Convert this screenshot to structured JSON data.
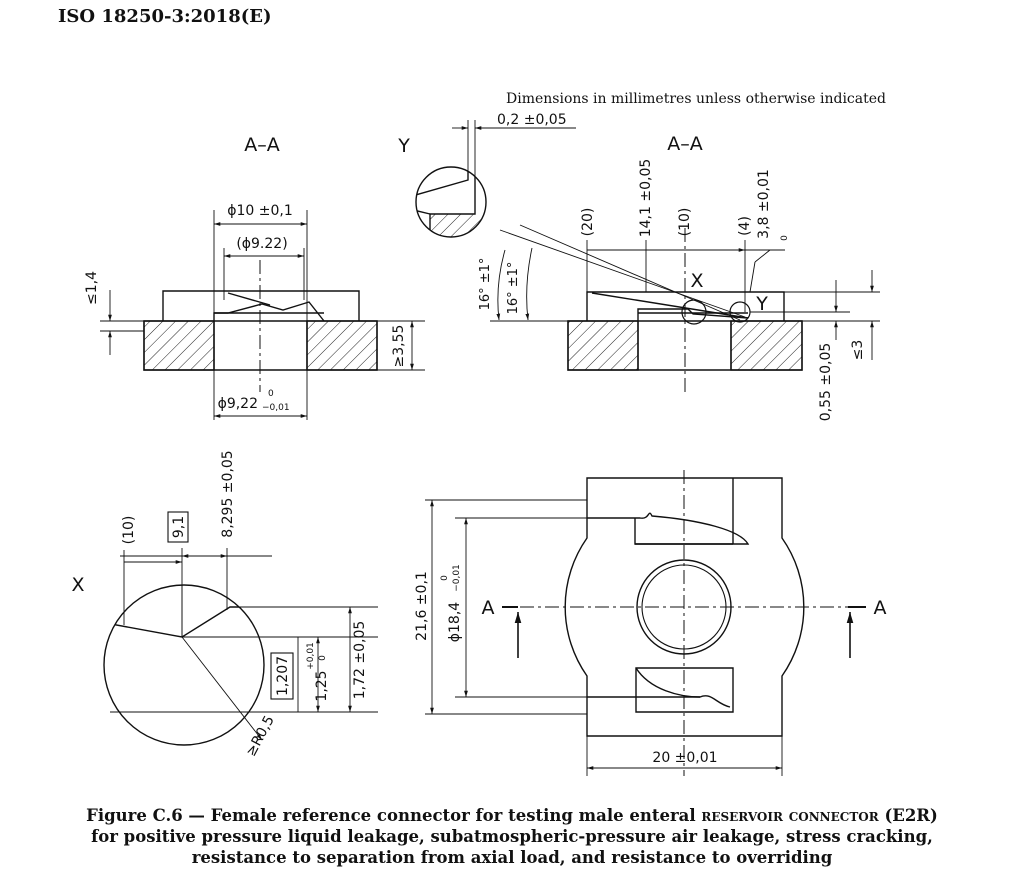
{
  "header": {
    "standard": "ISO 18250-3:2018(E)"
  },
  "note": "Dimensions in millimetres unless otherwise indicated",
  "views": {
    "section_left": "A–A",
    "section_right": "A–A",
    "detail_y": "Y",
    "detail_x": "X",
    "callout_x": "X",
    "callout_y": "Y",
    "cut_left": "A",
    "cut_right": "A"
  },
  "dims": {
    "d_0_2": "0,2  ±0,05",
    "d_phi10": "ϕ10  ±0,1",
    "d_phi9_22_ref": "(ϕ9.22)",
    "d_le1_4": "≤1,4",
    "d_ge3_55": "≥3,55",
    "d_phi9_22": "ϕ9,22",
    "d_phi9_22_tol_up": "0",
    "d_phi9_22_tol_lo": "−0,01",
    "d_20_ref": "(20)",
    "d_14_1": "14,1  ±0,05",
    "d_10_ref": "(10)",
    "d_4_ref": "(4)",
    "d_3_8": "3,8  ±0,01",
    "d_3_8_tol": "0",
    "d_16a": "16°  ±1°",
    "d_16b": "16°  ±1°",
    "d_le3": "≤3",
    "d_0_55": "0,55  ±0,05",
    "x_10_ref": "(10)",
    "x_9_1": "9,1",
    "x_8_295": "8,295  ±0,05",
    "x_1_207": "1,207",
    "x_1_25": "1,25",
    "x_1_25_tol_up": "+0,01",
    "x_1_25_tol_lo": "0",
    "x_1_72": "1,72  ±0,05",
    "x_r0_5": "≥R0,5",
    "p_21_6": "21,6  ±0,1",
    "p_phi18_4": "ϕ18,4",
    "p_phi18_4_tol_up": "0",
    "p_phi18_4_tol_lo": "−0,01",
    "p_20": "20  ±0,01"
  },
  "caption": {
    "line1_a": "Figure C.6 — Female reference connector for testing male enteral ",
    "line1_sc": "reservoir connector",
    "line1_b": " (E2R)",
    "line2": "for positive pressure liquid leakage, subatmospheric-pressure air leakage, stress cracking,",
    "line3": "resistance to separation from axial load, and resistance to overriding"
  }
}
